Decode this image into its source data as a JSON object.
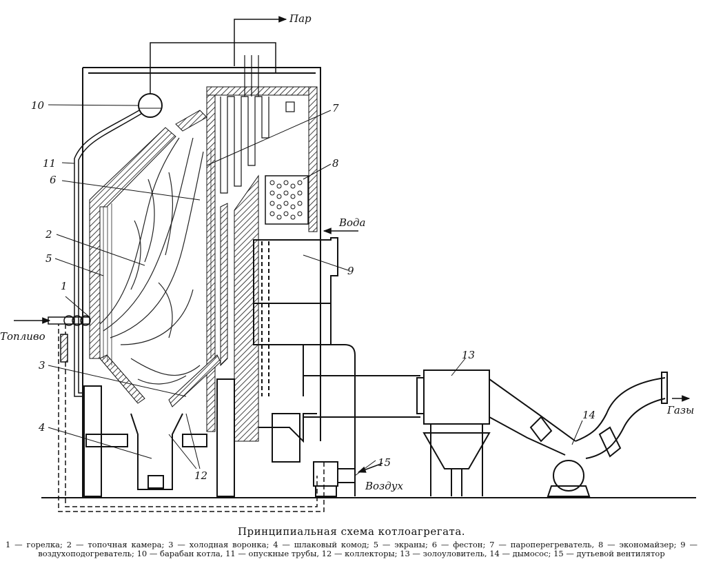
{
  "labels": {
    "steam": "Пар",
    "water": "Вода",
    "fuel": "Топливо",
    "air": "Воздух",
    "gases": "Газы"
  },
  "numbers": [
    "1",
    "2",
    "3",
    "4",
    "5",
    "6",
    "7",
    "8",
    "9",
    "10",
    "11",
    "12",
    "13",
    "14",
    "15"
  ],
  "caption": {
    "title": "Принципиальная схема котлоагрегата.",
    "legend": "1 — горелка; 2 — топочная камера; 3 — холодная воронка; 4 — шлаковый комод; 5 — экраны; 6 — фестон; 7 — пароперегреватель, 8 — экономайзер; 9 — воздухоподогреватель; 10 — барабан котла, 11 — опускные трубы, 12 — коллекторы; 13 — золоуловитель, 14 — дымосос; 15 — дутьевой вентилятор"
  }
}
